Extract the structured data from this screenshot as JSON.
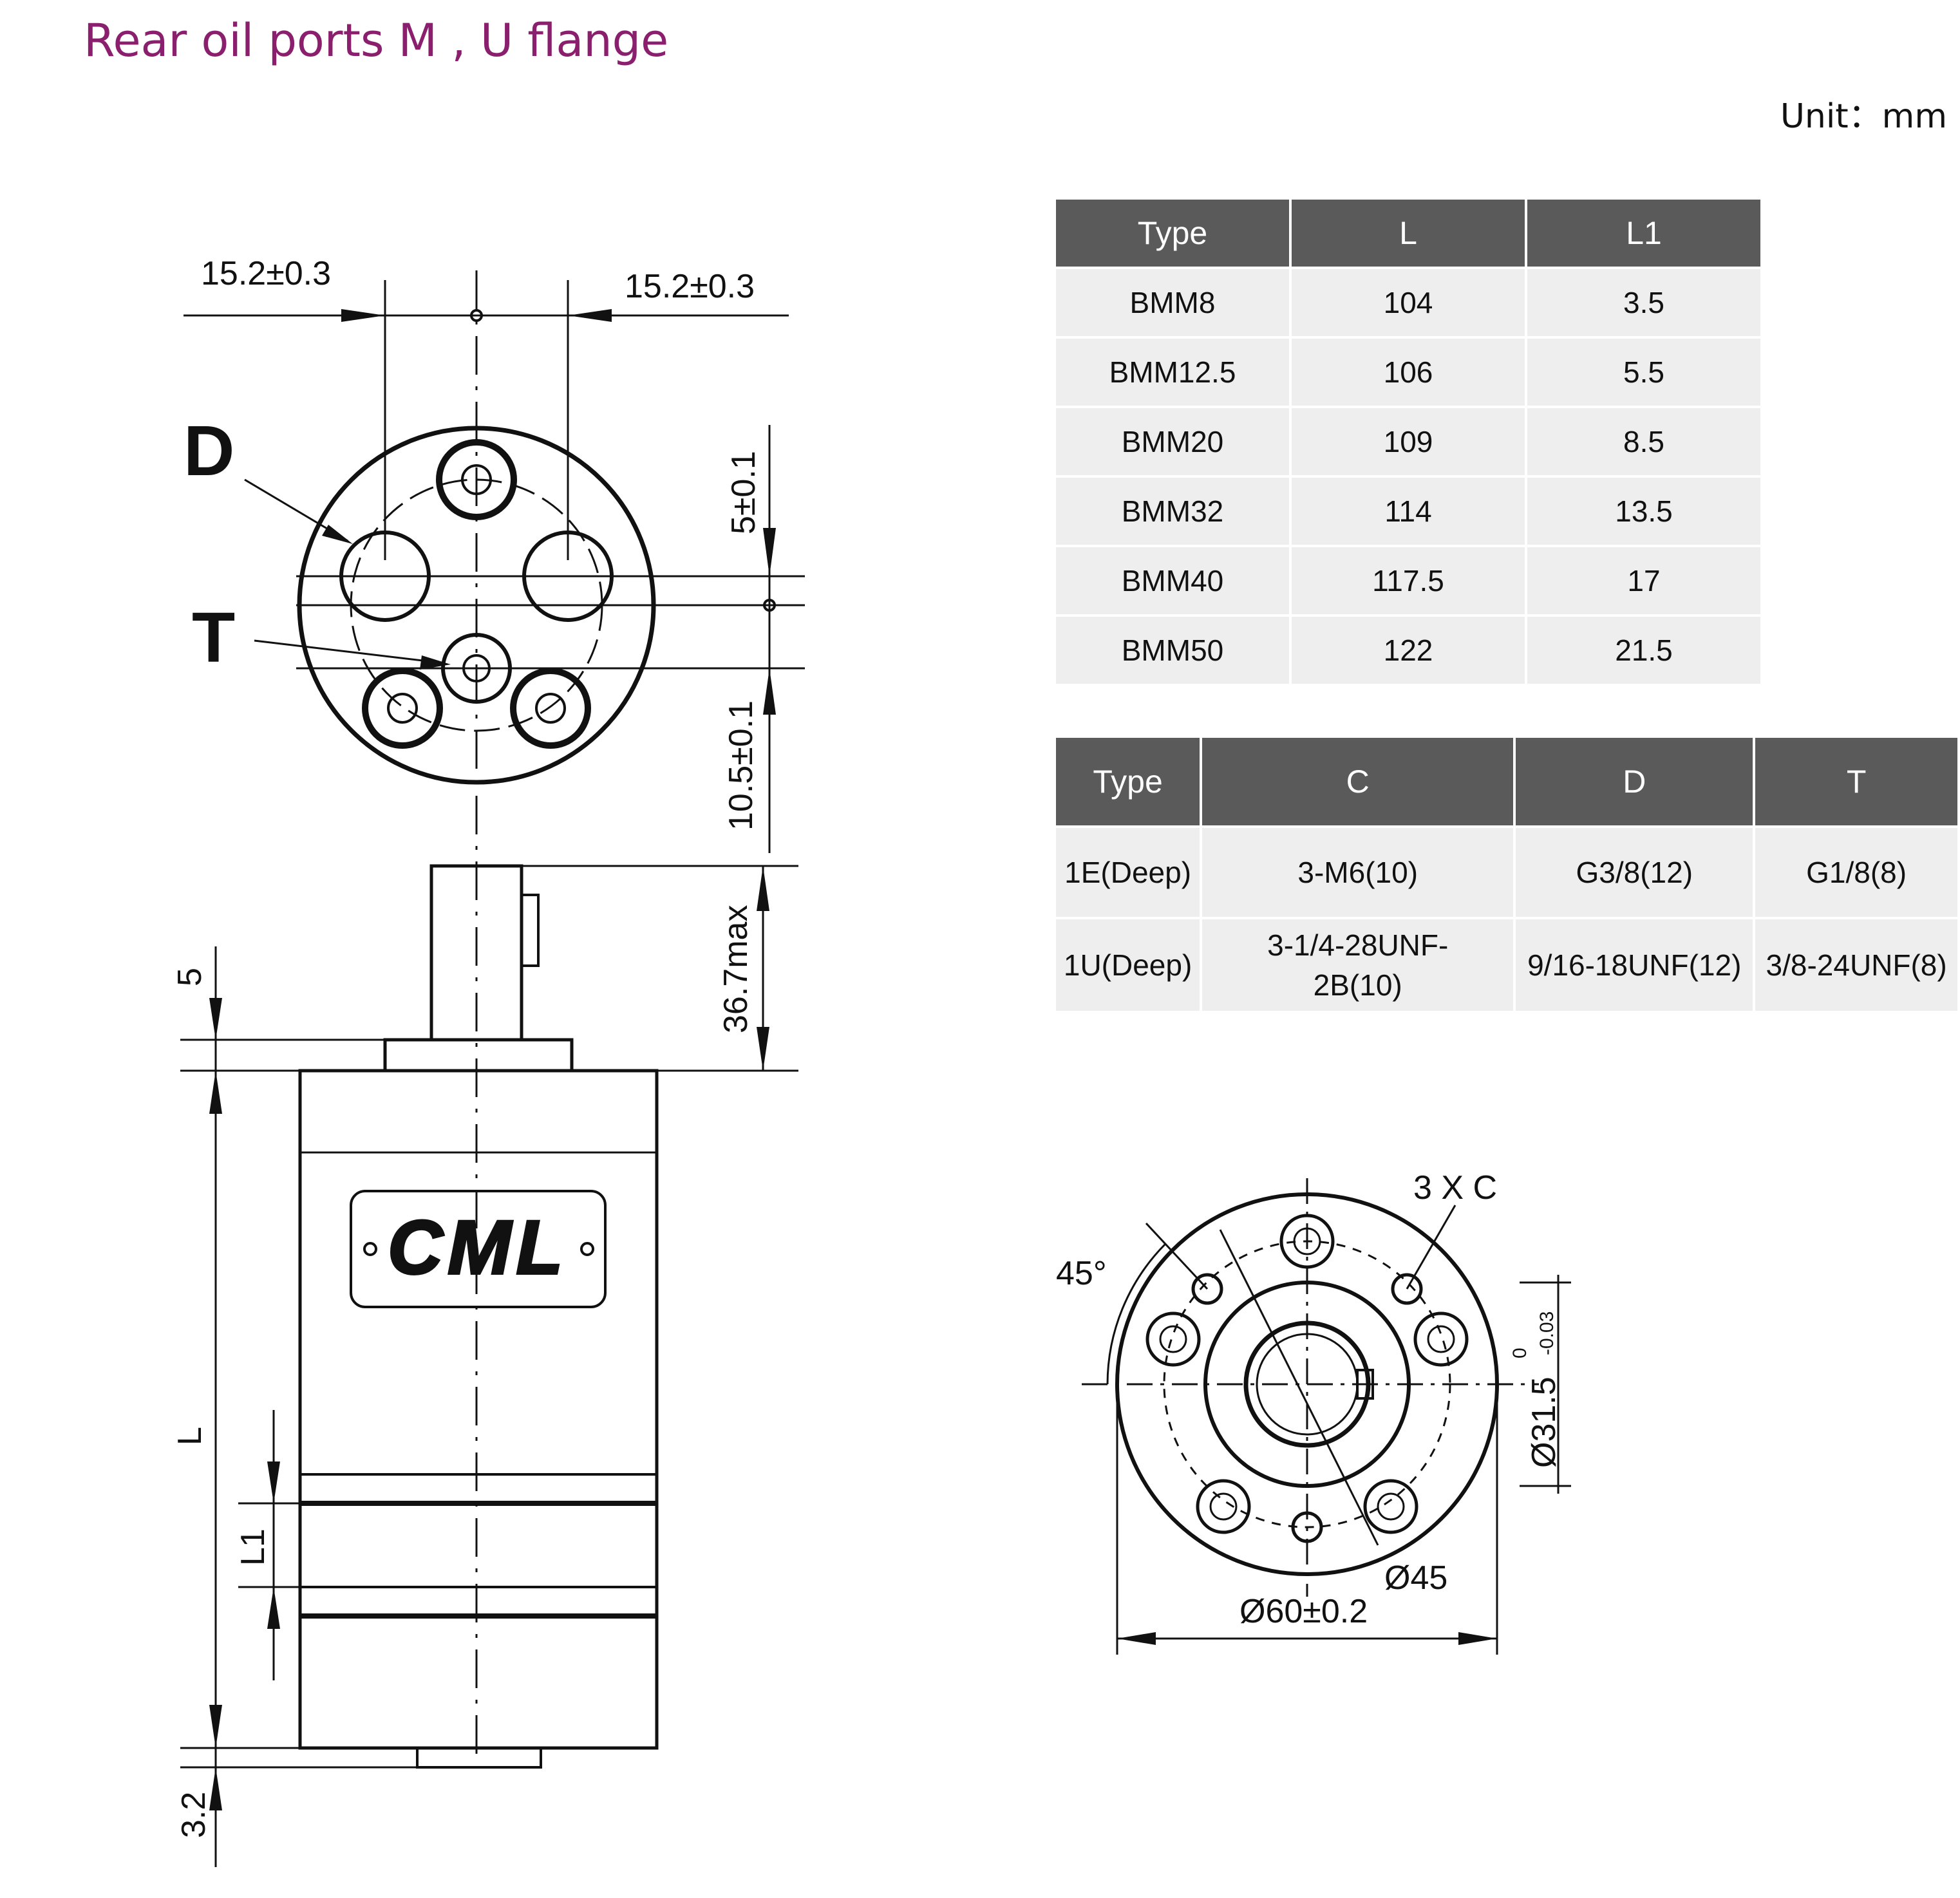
{
  "title": "Rear oil ports M , U flange",
  "unit": "Unit：mm",
  "table_lengths": {
    "headers": [
      "Type",
      "L",
      "L1"
    ],
    "rows": [
      [
        "BMM8",
        "104",
        "3.5"
      ],
      [
        "BMM12.5",
        "106",
        "5.5"
      ],
      [
        "BMM20",
        "109",
        "8.5"
      ],
      [
        "BMM32",
        "114",
        "13.5"
      ],
      [
        "BMM40",
        "117.5",
        "17"
      ],
      [
        "BMM50",
        "122",
        "21.5"
      ]
    ]
  },
  "table_ports": {
    "headers": [
      "Type",
      "C",
      "D",
      "T"
    ],
    "rows": [
      [
        "1E(Deep)",
        "3-M6(10)",
        "G3/8(12)",
        "G1/8(8)"
      ],
      [
        "1U(Deep)",
        "3-1/4-28UNF-2B(10)",
        "9/16-18UNF(12)",
        "3/8-24UNF(8)"
      ]
    ]
  },
  "drawing_left": {
    "dim_left_offset": "15.2±0.3",
    "dim_right_offset": "15.2±0.3",
    "port_d_label": "D",
    "port_t_label": "T",
    "dim_5": "5±0.1",
    "dim_10_5": "10.5±0.1",
    "dim_36_7": "36.7max",
    "dim_5_flange": "5",
    "dim_L": "L",
    "dim_L1": "L1",
    "dim_3_2": "3.2",
    "logo_text": "CML"
  },
  "drawing_right": {
    "label_3xc": "3 X C",
    "label_angle": "45°",
    "label_shaft_dia": "Ø31.5",
    "label_shaft_tol_upper": "0",
    "label_shaft_tol_lower": "-0.03",
    "label_bolt_circle": "Ø45",
    "label_body_dia": "Ø60±0.2"
  },
  "colors": {
    "title": "#8a1f6d",
    "table_header": "#5a5a5a",
    "table_cell": "#eeeeee"
  }
}
